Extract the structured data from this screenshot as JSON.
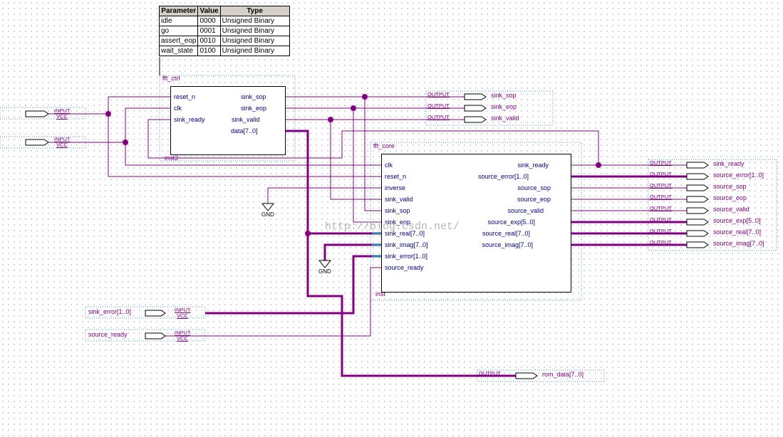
{
  "parameter_table": {
    "headers": [
      "Parameter",
      "Value",
      "Type"
    ],
    "rows": [
      [
        "idle",
        "0000",
        "Unsigned Binary"
      ],
      [
        "go",
        "0001",
        "Unsigned Binary"
      ],
      [
        "assert_eop",
        "0010",
        "Unsigned Binary"
      ],
      [
        "wait_state",
        "0100",
        "Unsigned Binary"
      ]
    ]
  },
  "fft_ctrl": {
    "name": "fft_ctrl",
    "instance": "inst3",
    "inputs": [
      "reset_n",
      "clk",
      "sink_ready"
    ],
    "outputs": [
      "sink_sop",
      "sink_eop",
      "sink_valid",
      "data[7..0]"
    ]
  },
  "fft_core": {
    "name": "fft_core",
    "instance": "inst",
    "inputs": [
      "clk",
      "reset_n",
      "inverse",
      "sink_valid",
      "sink_sop",
      "sink_eop",
      "sink_real[7..0]",
      "sink_imag[7..0]",
      "sink_error[1..0]",
      "source_ready"
    ],
    "outputs": [
      "sink_ready",
      "source_error[1..0]",
      "source_sop",
      "source_eop",
      "source_valid",
      "source_exp[5..0]",
      "source_real[7..0]",
      "source_imag[7..0]"
    ]
  },
  "input_pins": [
    {
      "name": "",
      "kind": "INPUT",
      "default": "VCC"
    },
    {
      "name": "",
      "kind": "INPUT",
      "default": "VCC"
    },
    {
      "name": "sink_error[1..0]",
      "kind": "INPUT",
      "default": "VCC"
    },
    {
      "name": "source_ready",
      "kind": "INPUT",
      "default": "VCC"
    }
  ],
  "ctrl_output_pins": [
    {
      "kind": "OUTPUT",
      "name": "sink_sop"
    },
    {
      "kind": "OUTPUT",
      "name": "sink_eop"
    },
    {
      "kind": "OUTPUT",
      "name": "sink_valid"
    }
  ],
  "core_output_pins": [
    {
      "kind": "OUTPUT",
      "name": "sink_ready"
    },
    {
      "kind": "OUTPUT",
      "name": "source_error[1..0]"
    },
    {
      "kind": "OUTPUT",
      "name": "source_sop"
    },
    {
      "kind": "OUTPUT",
      "name": "source_eop"
    },
    {
      "kind": "OUTPUT",
      "name": "source_valid"
    },
    {
      "kind": "OUTPUT",
      "name": "source_exp[5..0]"
    },
    {
      "kind": "OUTPUT",
      "name": "source_real[7..0]"
    },
    {
      "kind": "OUTPUT",
      "name": "source_imag[7..0]"
    }
  ],
  "rom_output_pin": {
    "kind": "OUTPUT",
    "name": "rom_data[7..0]"
  },
  "gnd_labels": [
    "GND",
    "GND"
  ],
  "watermark": "http://blog.csdn.net/",
  "colors": {
    "wire": "#800080",
    "block_text": "#000080",
    "pin_text": "#800080",
    "frame": "#4a90c0"
  }
}
